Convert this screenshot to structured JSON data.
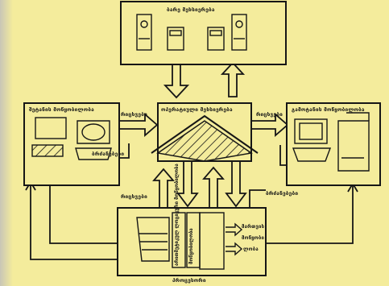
{
  "boxes": {
    "top": "ბარე მეხსიერება",
    "left": "შეტანის მოწყობილობა",
    "center": "ოპერატიული მეხსიერება",
    "right": "გამოტანის მოწყობილობა",
    "bottom": "პროცესორი"
  },
  "labels": {
    "commands_left": "რიცხვები",
    "signals_left": "ბრძანებები",
    "commands_right": "რიცხვები",
    "signals_right": "ბრძანებები",
    "commands_bottom": "რიცხვები"
  },
  "processor_parts": {
    "arith": "არითმეტიკულ ლოგიკური მოწყობილობა",
    "arith2": "მოწყობილობა",
    "control_a": "მართვის",
    "control_b": "მოწყობი",
    "control_c": "ლობა"
  },
  "colors": {
    "paper": "#f4ec9c",
    "ink": "#161616"
  }
}
